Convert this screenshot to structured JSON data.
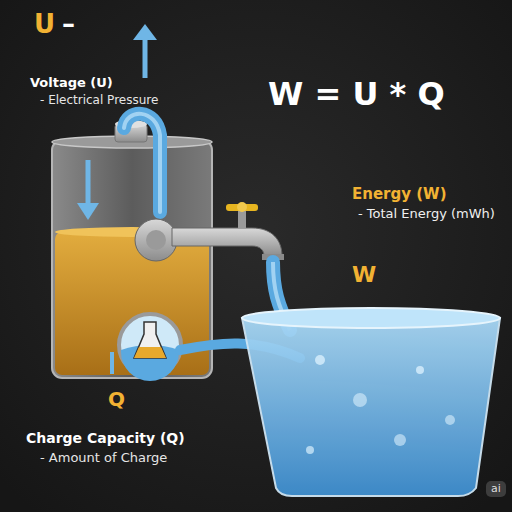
{
  "diagram": {
    "nodes": [
      {
        "text": [
          "ai"
        ]
      }
    ],
    "labels": [
      "U",
      "–",
      "Voltage (U)",
      "- Electrical Pressure",
      "W = U * Q",
      "Energy (W)",
      "- Total Energy (mWh)",
      "W",
      "Q",
      "Charge Capacity (Q)",
      "- Amount of Charge"
    ]
  }
}
